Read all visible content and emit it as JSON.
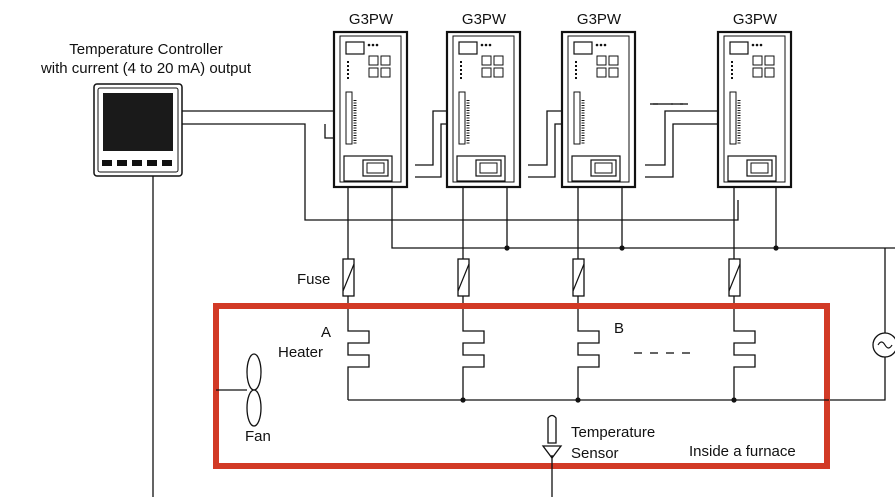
{
  "controller": {
    "title_line1": "Temperature Controller",
    "title_line2": "with current (4 to 20 mA) output"
  },
  "units": [
    {
      "label": "G3PW"
    },
    {
      "label": "G3PW"
    },
    {
      "label": "G3PW"
    },
    {
      "label": "G3PW"
    }
  ],
  "labels": {
    "fuse": "Fuse",
    "heater_a": "A",
    "heater": "Heater",
    "heater_b": "B",
    "fan": "Fan",
    "sensor_line1": "Temperature",
    "sensor_line2": "Sensor",
    "furnace": "Inside a furnace"
  },
  "colors": {
    "furnace_border": "#d23a26",
    "line": "#111111",
    "display": "#1a1a1a"
  }
}
